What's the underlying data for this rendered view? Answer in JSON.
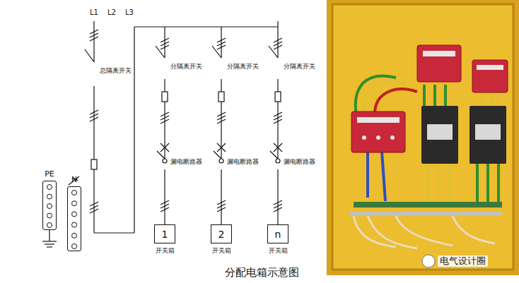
{
  "diagram": {
    "caption": "分配电箱示意图",
    "nodes": [
      {
        "text": [
          "PE"
        ]
      },
      {
        "text": [
          "N"
        ]
      },
      {
        "text": [
          "1",
          "开关箱"
        ]
      },
      {
        "text": [
          "2",
          "开关箱"
        ]
      },
      {
        "text": [
          "n",
          "开关箱"
        ]
      }
    ],
    "labels": [
      "L1",
      "L2",
      "L3",
      "总隔离开关",
      "分隔离开关",
      "分隔离开关",
      "分隔离开关",
      "漏电断路器",
      "漏电断路器",
      "漏电断路器",
      "电气设计圈"
    ]
  }
}
